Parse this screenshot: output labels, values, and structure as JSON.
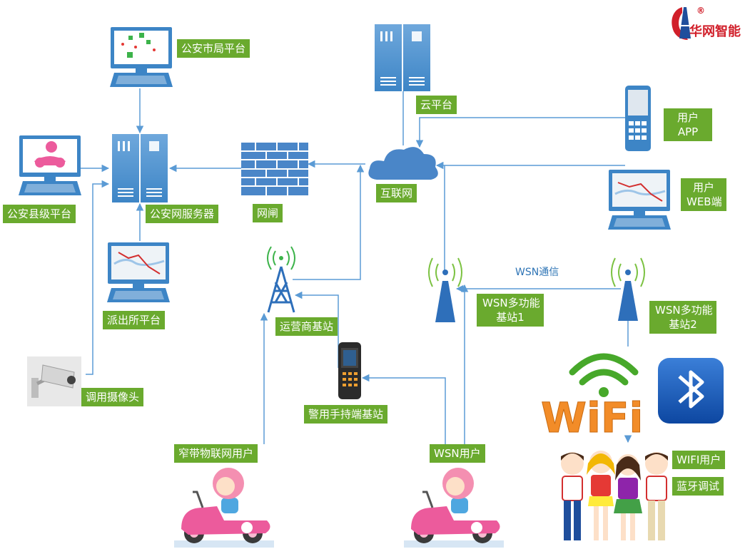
{
  "logo": {
    "text": "华网智能",
    "registered": "®"
  },
  "labels": {
    "city_platform": "公安市局平台",
    "county_platform": "公安县级平台",
    "police_server": "公安网服务器",
    "station_platform": "派出所平台",
    "camera": "调用摄像头",
    "gateway": "网闸",
    "internet": "互联网",
    "cloud": "云平台",
    "user_app_line1": "用户",
    "user_app_line2": "APP",
    "user_web_line1": "用户",
    "user_web_line2": "WEB端",
    "wsn_comm": "WSN通信",
    "wsn_station1_line1": "WSN多功能",
    "wsn_station1_line2": "基站1",
    "wsn_station2_line1": "WSN多功能",
    "wsn_station2_line2": "基站2",
    "carrier_station": "运营商基站",
    "handheld_station": "警用手持端基站",
    "iot_user": "窄带物联网用户",
    "wsn_user": "WSN用户",
    "wifi_user": "WIFI用户",
    "bt_debug": "蓝牙调试",
    "wifi_logo": "WiFi"
  },
  "colors": {
    "label_bg": "#6aaa2e",
    "line": "#5b9bd5",
    "server": "#5b9bd5",
    "logo": "#d11f2a"
  }
}
